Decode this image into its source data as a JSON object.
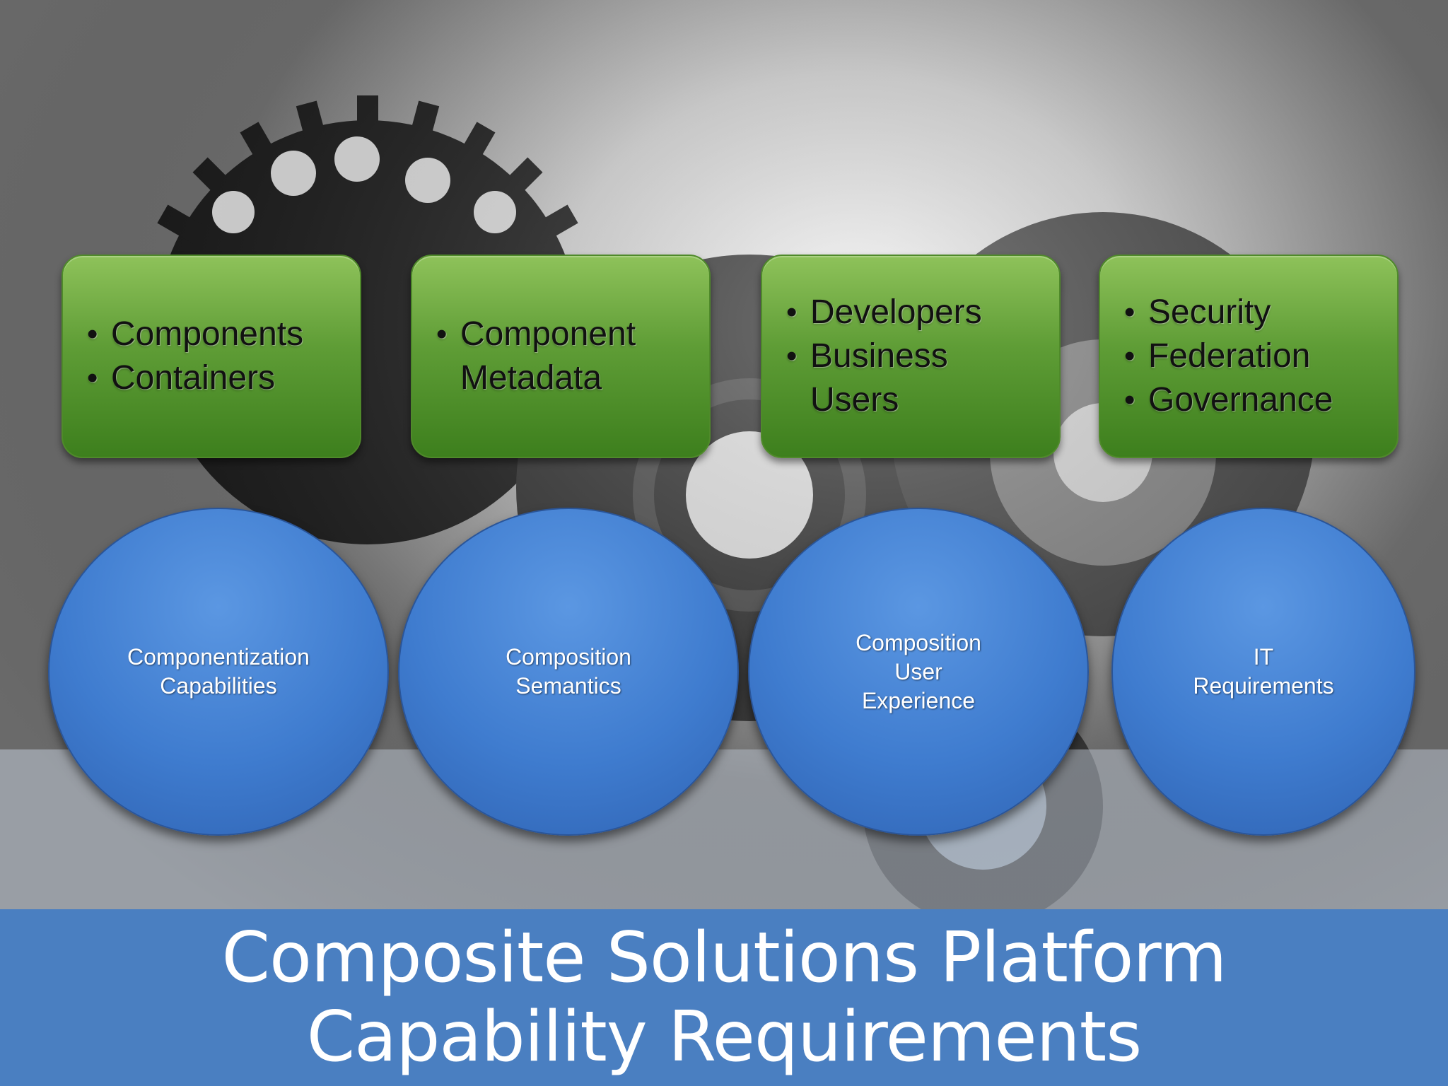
{
  "slide": {
    "title": "Composite Solutions Platform Capability Requirements",
    "colors": {
      "green_box": "#5f9d36",
      "blue_circle": "#3f7ccf",
      "title_bar": "#4a7fc1",
      "title_text": "#ffffff"
    },
    "background": {
      "image": "gears-photo"
    },
    "columns": [
      {
        "bullets": [
          "Components",
          "Containers"
        ],
        "capability": "Componentization\nCapabilities"
      },
      {
        "bullets": [
          "Component Metadata"
        ],
        "capability": "Composition\nSemantics"
      },
      {
        "bullets": [
          "Developers",
          "Business Users"
        ],
        "capability": "Composition\nUser\nExperience"
      },
      {
        "bullets": [
          "Security",
          "Federation",
          "Governance"
        ],
        "capability": "IT\nRequirements"
      }
    ]
  }
}
